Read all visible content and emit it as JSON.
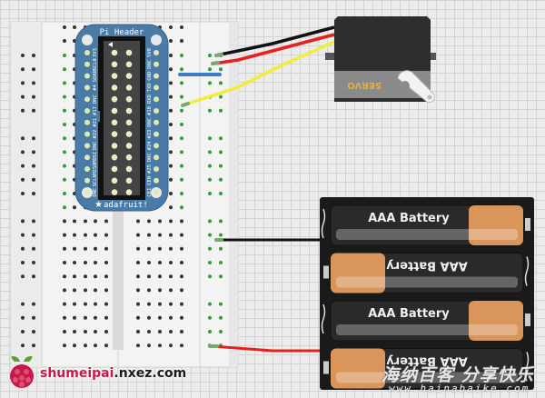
{
  "diagram": {
    "title": "Raspberry Pi servo wiring diagram",
    "colors": {
      "background": "#ececec",
      "breadboard": "#f2f2f2",
      "hole": "#333333",
      "hole_active": "#2e9e3a",
      "header_board": "#4a7aa6",
      "header_pins": "#e8eec0",
      "wire_black": "#111111",
      "wire_red": "#e8201c",
      "wire_yellow": "#f0ee3a",
      "wire_blue": "#3a7ac8",
      "servo_body": "#333333",
      "servo_label": "#e0b040",
      "battery_orange": "#d9955a",
      "battery_holder": "#1a1a1a"
    }
  },
  "pi_header": {
    "title": "Pi Header",
    "brand": "adafruit!",
    "left_labels": [
      "3V3",
      "SCL0",
      "SDA0",
      "#4",
      "DNC",
      "#17",
      "#21",
      "#22",
      "DNC",
      "MOSI",
      "MISO",
      "SCLK",
      "DNC"
    ],
    "right_labels": [
      "5V0",
      "DNC",
      "GND",
      "TXD",
      "RXD",
      "#18",
      "DNC",
      "#23",
      "#24",
      "DNC",
      "#25",
      "CE0",
      "CE1"
    ]
  },
  "servo": {
    "label": "SERVO"
  },
  "batteries": [
    {
      "label": "AAA Battery",
      "orientation": "normal"
    },
    {
      "label": "AAA Battery",
      "orientation": "flipped"
    },
    {
      "label": "AAA Battery",
      "orientation": "normal"
    },
    {
      "label": "AAA Battery",
      "orientation": "flipped"
    }
  ],
  "wires": [
    {
      "name": "servo-ground",
      "color": "black"
    },
    {
      "name": "servo-power",
      "color": "red"
    },
    {
      "name": "servo-signal",
      "color": "yellow"
    },
    {
      "name": "ground-jumper",
      "color": "blue"
    },
    {
      "name": "battery-ground",
      "color": "black"
    },
    {
      "name": "battery-power",
      "color": "red"
    }
  ],
  "watermarks": {
    "logo_part1": "shumeipai",
    "logo_part2": ".nxez.com",
    "site_cn": "海纳百客 分享快乐",
    "site_url": "www.hainabaike.com"
  }
}
